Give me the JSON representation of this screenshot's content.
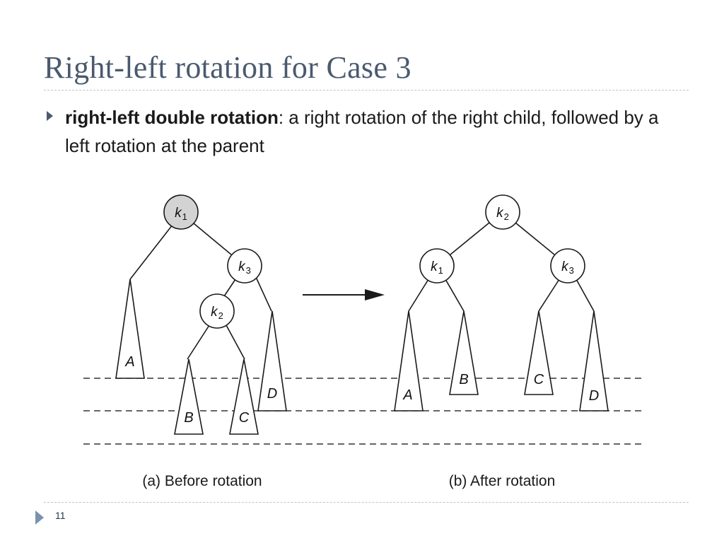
{
  "slide": {
    "title": "Right-left rotation for Case 3",
    "bullet": {
      "term": "right-left double rotation",
      "text": ": a right rotation of the right child, followed by a left rotation at the parent"
    },
    "page_number": "11"
  },
  "diagram": {
    "before": {
      "caption": "(a) Before rotation",
      "nodes": [
        {
          "id": "k1",
          "letter": "k",
          "sub": "1",
          "highlighted": true
        },
        {
          "id": "k3",
          "letter": "k",
          "sub": "3",
          "highlighted": false
        },
        {
          "id": "k2",
          "letter": "k",
          "sub": "2",
          "highlighted": false
        }
      ],
      "subtrees": [
        "A",
        "B",
        "C",
        "D"
      ]
    },
    "after": {
      "caption": "(b) After rotation",
      "nodes": [
        {
          "id": "k2",
          "letter": "k",
          "sub": "2",
          "highlighted": false
        },
        {
          "id": "k1",
          "letter": "k",
          "sub": "1",
          "highlighted": false
        },
        {
          "id": "k3",
          "letter": "k",
          "sub": "3",
          "highlighted": false
        }
      ],
      "subtrees": [
        "A",
        "B",
        "C",
        "D"
      ]
    },
    "colors": {
      "highlight_fill": "#d3d3d3",
      "node_fill": "#ffffff",
      "stroke": "#1a1a1a",
      "title_color": "#4a5a6e"
    }
  }
}
